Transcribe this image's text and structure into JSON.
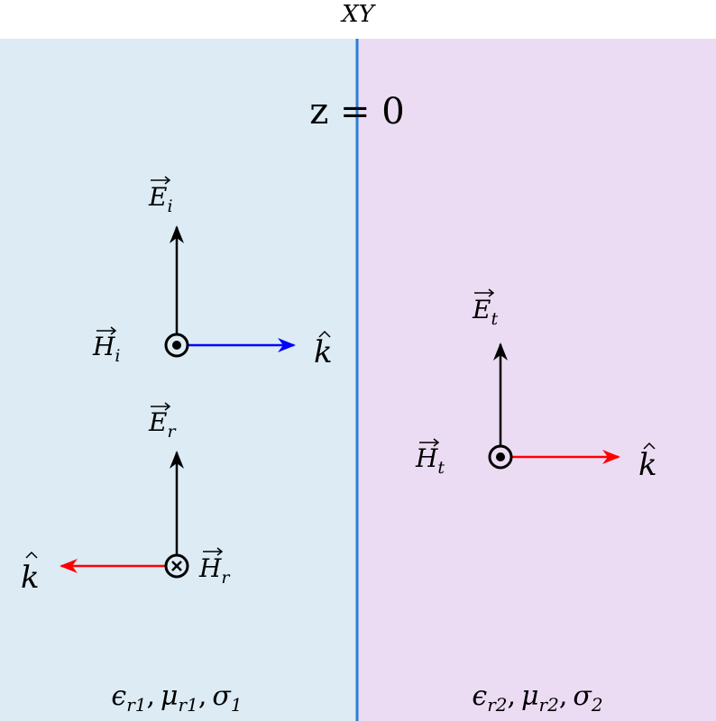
{
  "title": "XY",
  "interface_label": "z = 0",
  "colors": {
    "medium1": "#dcebf4",
    "medium2": "#ecdcf3",
    "interface": "#2a7fd4",
    "incident_k": "#0000ff",
    "other_k": "#ff0000"
  },
  "vectors": {
    "E_i": {
      "main": "E",
      "sub": "i"
    },
    "H_i": {
      "main": "H",
      "sub": "i"
    },
    "k_i": {
      "main": "k"
    },
    "E_r": {
      "main": "E",
      "sub": "r"
    },
    "H_r": {
      "main": "H",
      "sub": "r"
    },
    "k_r": {
      "main": "k"
    },
    "E_t": {
      "main": "E",
      "sub": "t"
    },
    "H_t": {
      "main": "H",
      "sub": "t"
    },
    "k_t": {
      "main": "k"
    }
  },
  "media": {
    "medium1": {
      "eps": "ϵ",
      "eps_sub": "r1",
      "mu": "μ",
      "mu_sub": "r1",
      "sigma": "σ",
      "sigma_sub": "1",
      "sep": ","
    },
    "medium2": {
      "eps": "ϵ",
      "eps_sub": "r2",
      "mu": "μ",
      "mu_sub": "r2",
      "sigma": "σ",
      "sigma_sub": "2",
      "sep": ","
    }
  }
}
